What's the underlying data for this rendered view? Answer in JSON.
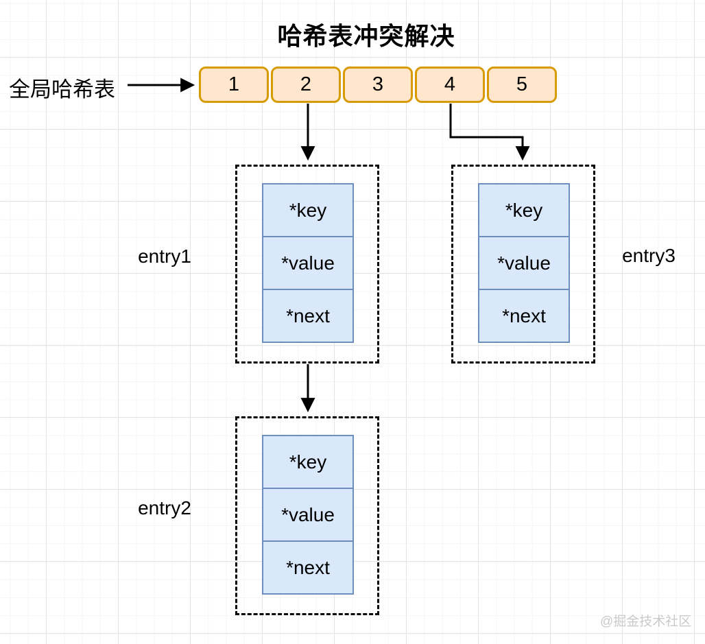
{
  "title": "哈希表冲突解决",
  "hash_table": {
    "label": "全局哈希表",
    "cells": [
      "1",
      "2",
      "3",
      "4",
      "5"
    ]
  },
  "entries": [
    {
      "label": "entry1",
      "fields": [
        "*key",
        "*value",
        "*next"
      ]
    },
    {
      "label": "entry2",
      "fields": [
        "*key",
        "*value",
        "*next"
      ]
    },
    {
      "label": "entry3",
      "fields": [
        "*key",
        "*value",
        "*next"
      ]
    }
  ],
  "edges": [
    {
      "from": "全局哈希表",
      "to": "hash-table"
    },
    {
      "from": "bucket-2",
      "to": "entry1"
    },
    {
      "from": "bucket-4",
      "to": "entry3"
    },
    {
      "from": "entry1",
      "to": "entry2"
    }
  ],
  "watermark": "@掘金技术社区",
  "colors": {
    "bucket_fill": "#ffe6cc",
    "bucket_stroke": "#d79b00",
    "field_fill": "#dae8fc",
    "field_stroke": "#6c8ebf",
    "arrow": "#000000",
    "dashed_border": "#000000",
    "grid_major": "#e4e4e4",
    "grid_minor": "#f6f6f6",
    "watermark_text": "#c9c9c9"
  }
}
